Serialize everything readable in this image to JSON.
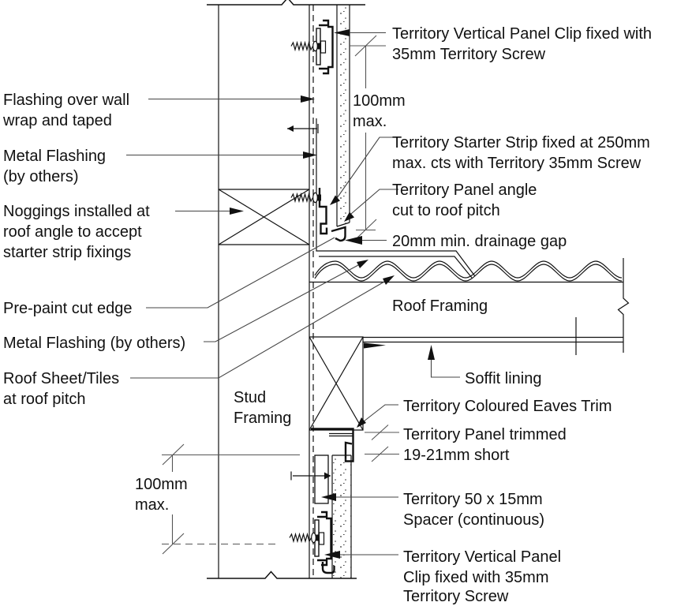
{
  "colors": {
    "ink": "#111111",
    "paper": "#ffffff",
    "leader": "#444444"
  },
  "labels": {
    "flashing_wrap_1": "Flashing over wall",
    "flashing_wrap_2": "wrap and taped",
    "metal_flashing_1": "Metal Flashing",
    "metal_flashing_2": "(by others)",
    "noggings_1": "Noggings installed at",
    "noggings_2": "roof angle to accept",
    "noggings_3": "starter strip fixings",
    "prepaint": "Pre-paint cut edge",
    "metal_flashing_lower": "Metal Flashing (by others)",
    "roof_sheet_1": "Roof Sheet/Tiles",
    "roof_sheet_2": "at roof pitch",
    "stud_1": "Stud",
    "stud_2": "Framing",
    "clip_top_1": "Territory Vertical Panel Clip fixed with",
    "clip_top_2": "35mm Territory Screw",
    "dim_top_1": "100mm",
    "dim_top_2": "max.",
    "starter_1": "Territory Starter Strip fixed at 250mm",
    "starter_2": "max. cts with Territory 35mm Screw",
    "panel_angle_1": "Territory Panel angle",
    "panel_angle_2": "cut to roof pitch",
    "drainage": "20mm min. drainage gap",
    "roof_framing": "Roof Framing",
    "soffit": "Soffit lining",
    "eaves_trim": "Territory Coloured Eaves Trim",
    "panel_trimmed_1": "Territory Panel trimmed",
    "panel_trimmed_2": "19-21mm short",
    "spacer_1": "Territory 50 x 15mm",
    "spacer_2": "Spacer (continuous)",
    "clip_bottom_1": "Territory Vertical Panel",
    "clip_bottom_2": "Clip fixed with 35mm",
    "clip_bottom_3": "Territory Screw",
    "dim_bottom_1": "100mm",
    "dim_bottom_2": "max."
  }
}
